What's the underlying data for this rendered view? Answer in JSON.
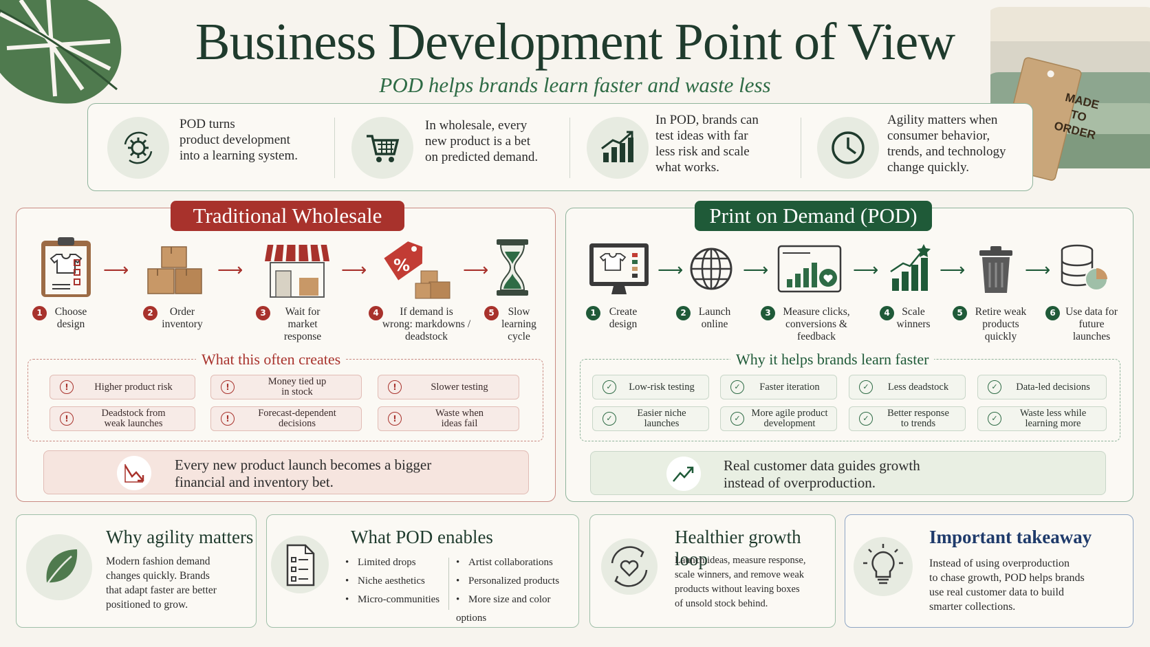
{
  "header": {
    "title": "Business Development Point of View",
    "subtitle": "POD helps brands learn faster and waste less"
  },
  "tag": {
    "line1": "MADE",
    "line2": "TO",
    "line3": "ORDER"
  },
  "top_strip": [
    {
      "icon": "gear-cycle-icon",
      "text": [
        "POD turns",
        "product development",
        "into a learning system."
      ]
    },
    {
      "icon": "shopping-cart-icon",
      "text": [
        "In wholesale, every",
        "new product is a bet",
        "on predicted demand."
      ]
    },
    {
      "icon": "growth-chart-icon",
      "text": [
        "In POD, brands can",
        "test ideas with far",
        "less risk and scale",
        "what works."
      ]
    },
    {
      "icon": "clock-icon",
      "text": [
        "Agility matters when",
        "consumer behavior,",
        "trends, and technology",
        "change quickly."
      ]
    }
  ],
  "wholesale": {
    "title": "Traditional Wholesale",
    "steps": [
      {
        "num": "1",
        "lines": [
          "Choose",
          "design"
        ]
      },
      {
        "num": "2",
        "lines": [
          "Order",
          "inventory"
        ]
      },
      {
        "num": "3",
        "lines": [
          "Wait for",
          "market",
          "response"
        ]
      },
      {
        "num": "4",
        "lines": [
          "If demand is",
          "wrong: markdowns /",
          "deadstock"
        ]
      },
      {
        "num": "5",
        "lines": [
          "Slow",
          "learning",
          "cycle"
        ]
      }
    ],
    "creates_title": "What this often creates",
    "creates": [
      [
        "Higher product risk"
      ],
      [
        "Money tied up",
        "in stock"
      ],
      [
        "Slower testing"
      ],
      [
        "Deadstock from",
        "weak launches"
      ],
      [
        "Forecast-dependent",
        "decisions"
      ],
      [
        "Waste when",
        "ideas fail"
      ]
    ],
    "banner": [
      "Every new product launch becomes a bigger",
      "financial and inventory bet."
    ]
  },
  "pod": {
    "title": "Print on Demand (POD)",
    "steps": [
      {
        "num": "1",
        "lines": [
          "Create",
          "design"
        ]
      },
      {
        "num": "2",
        "lines": [
          "Launch",
          "online"
        ]
      },
      {
        "num": "3",
        "lines": [
          "Measure clicks,",
          "conversions &",
          "feedback"
        ]
      },
      {
        "num": "4",
        "lines": [
          "Scale",
          "winners"
        ]
      },
      {
        "num": "5",
        "lines": [
          "Retire weak",
          "products",
          "quickly"
        ]
      },
      {
        "num": "6",
        "lines": [
          "Use data for",
          "future",
          "launches"
        ]
      }
    ],
    "helps_title": "Why it helps brands learn faster",
    "helps": [
      [
        "Low-risk testing"
      ],
      [
        "Faster iteration"
      ],
      [
        "Less deadstock"
      ],
      [
        "Data-led decisions"
      ],
      [
        "Easier niche",
        "launches"
      ],
      [
        "More agile product",
        "development"
      ],
      [
        "Better response",
        "to trends"
      ],
      [
        "Waste less while",
        "learning more"
      ]
    ],
    "banner": [
      "Real customer data guides growth",
      "instead of overproduction."
    ]
  },
  "cards": {
    "agility": {
      "title": "Why agility matters",
      "text": [
        "Modern fashion demand",
        "changes quickly. Brands",
        "that adapt faster are better",
        "positioned to grow."
      ]
    },
    "enables": {
      "title": "What POD enables",
      "left": [
        "Limited drops",
        "Niche aesthetics",
        "Micro-communities"
      ],
      "right": [
        "Artist collaborations",
        "Personalized products",
        "More size and color options"
      ]
    },
    "loop": {
      "title": "Healthier growth loop",
      "text": [
        "Launch ideas, measure response,",
        "scale winners, and remove weak",
        "products without leaving boxes",
        "of unsold stock behind."
      ]
    },
    "takeaway": {
      "title": "Important takeaway",
      "text": [
        "Instead of using overproduction",
        "to chase growth, POD helps brands",
        "use real customer data to build",
        "smarter collections."
      ]
    }
  }
}
